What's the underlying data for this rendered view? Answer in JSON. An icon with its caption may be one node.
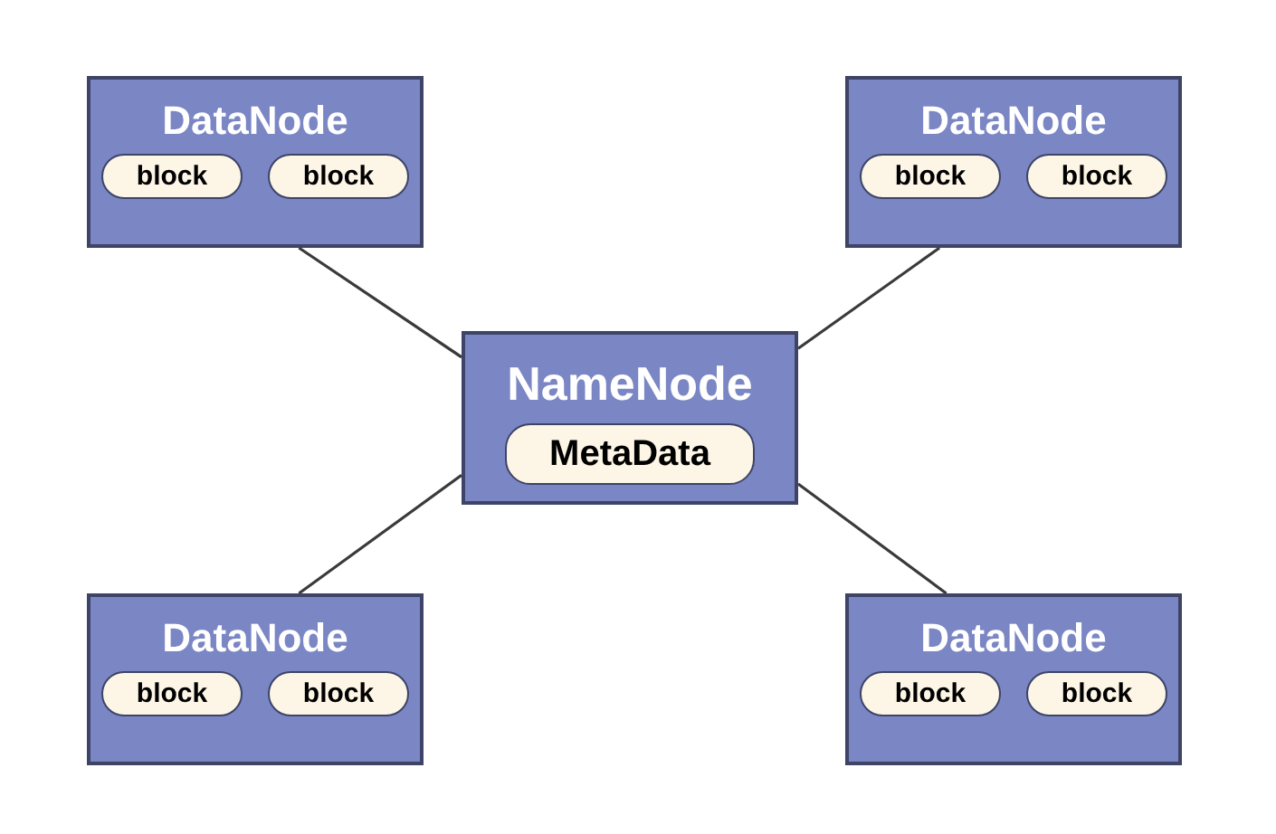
{
  "diagram": {
    "nodes": [
      {
        "text": [
          "DataNode"
        ]
      },
      {
        "text": [
          "block"
        ],
        "in": 0
      },
      {
        "text": [
          "block"
        ],
        "in": 0
      },
      {
        "text": [
          "DataNode"
        ]
      },
      {
        "text": [
          "block"
        ],
        "in": 3
      },
      {
        "text": [
          "block"
        ],
        "in": 3
      },
      {
        "text": [
          "NameNode"
        ]
      },
      {
        "text": [
          "MetaData"
        ],
        "in": 6
      },
      {
        "text": [
          "DataNode"
        ]
      },
      {
        "text": [
          "block"
        ],
        "in": 8
      },
      {
        "text": [
          "block"
        ],
        "in": 8
      },
      {
        "text": [
          "DataNode"
        ]
      },
      {
        "text": [
          "block"
        ],
        "in": 11
      },
      {
        "text": [
          "block"
        ],
        "in": 11
      }
    ],
    "edges": [
      {
        "from": 0,
        "to": 6,
        "arrow": "none"
      },
      {
        "from": 3,
        "to": 6,
        "arrow": "none"
      },
      {
        "from": 8,
        "to": 6,
        "arrow": "none"
      },
      {
        "from": 11,
        "to": 6,
        "arrow": "none"
      }
    ]
  }
}
